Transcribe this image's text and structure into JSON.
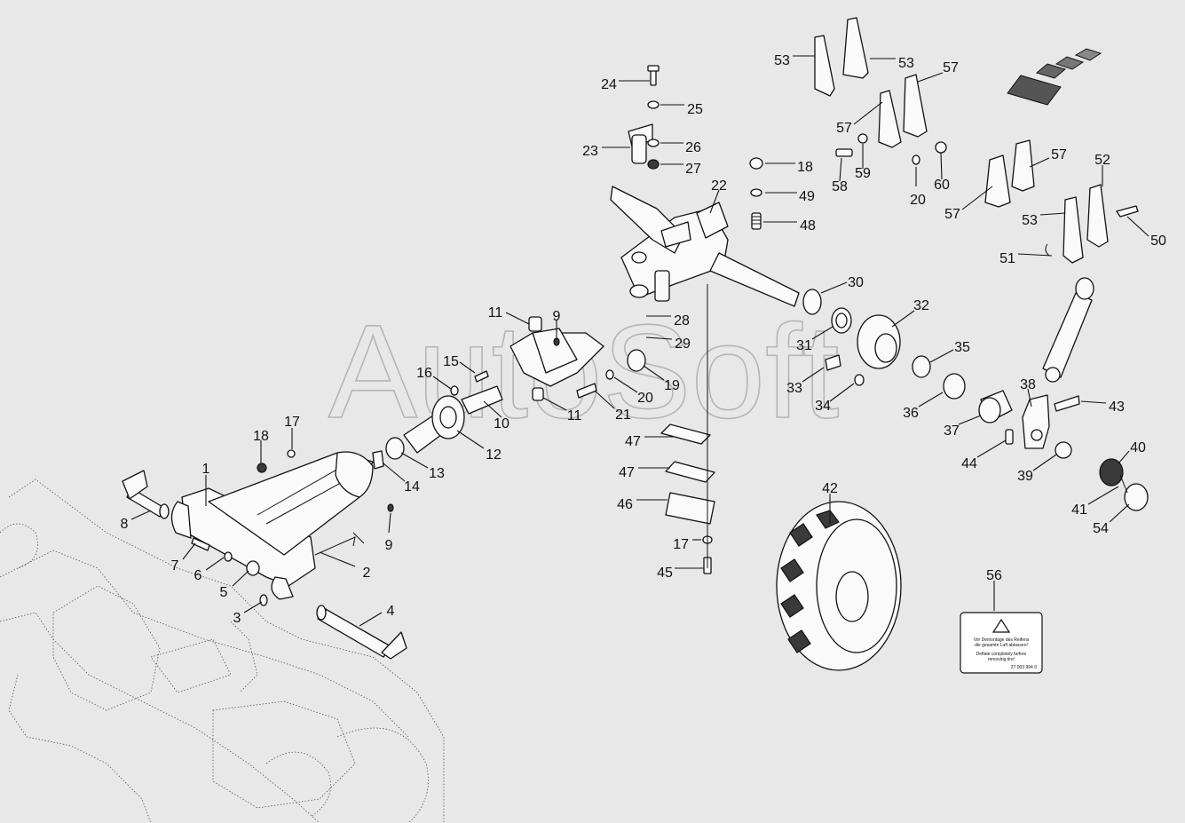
{
  "watermark": "AutoSoft",
  "callouts": [
    {
      "n": "1"
    },
    {
      "n": "2"
    },
    {
      "n": "3"
    },
    {
      "n": "4"
    },
    {
      "n": "5"
    },
    {
      "n": "6"
    },
    {
      "n": "7"
    },
    {
      "n": "8"
    },
    {
      "n": "9"
    },
    {
      "n": "9"
    },
    {
      "n": "10"
    },
    {
      "n": "11"
    },
    {
      "n": "11"
    },
    {
      "n": "12"
    },
    {
      "n": "13"
    },
    {
      "n": "14"
    },
    {
      "n": "15"
    },
    {
      "n": "16"
    },
    {
      "n": "17"
    },
    {
      "n": "17"
    },
    {
      "n": "18"
    },
    {
      "n": "18"
    },
    {
      "n": "19"
    },
    {
      "n": "20"
    },
    {
      "n": "20"
    },
    {
      "n": "21"
    },
    {
      "n": "22"
    },
    {
      "n": "23"
    },
    {
      "n": "24"
    },
    {
      "n": "25"
    },
    {
      "n": "26"
    },
    {
      "n": "27"
    },
    {
      "n": "28"
    },
    {
      "n": "29"
    },
    {
      "n": "30"
    },
    {
      "n": "31"
    },
    {
      "n": "32"
    },
    {
      "n": "33"
    },
    {
      "n": "34"
    },
    {
      "n": "35"
    },
    {
      "n": "36"
    },
    {
      "n": "37"
    },
    {
      "n": "38"
    },
    {
      "n": "39"
    },
    {
      "n": "40"
    },
    {
      "n": "41"
    },
    {
      "n": "42"
    },
    {
      "n": "43"
    },
    {
      "n": "44"
    },
    {
      "n": "45"
    },
    {
      "n": "46"
    },
    {
      "n": "47"
    },
    {
      "n": "47"
    },
    {
      "n": "48"
    },
    {
      "n": "49"
    },
    {
      "n": "50"
    },
    {
      "n": "51"
    },
    {
      "n": "52"
    },
    {
      "n": "53"
    },
    {
      "n": "53"
    },
    {
      "n": "53"
    },
    {
      "n": "54"
    },
    {
      "n": "56"
    },
    {
      "n": "57"
    },
    {
      "n": "57"
    },
    {
      "n": "57"
    },
    {
      "n": "57"
    },
    {
      "n": "58"
    },
    {
      "n": "59"
    },
    {
      "n": "60"
    }
  ],
  "warning_label": {
    "line1": "Vor Demontage des Reifens",
    "line2": "die gesamte Luft ablassen!",
    "line3": "Deflate completely before",
    "line4": "removing tire!",
    "code": "27 003 994 0"
  },
  "colors": {
    "background": "#e8e8e8",
    "ink": "#111111",
    "watermark": "#9a9a9a"
  }
}
